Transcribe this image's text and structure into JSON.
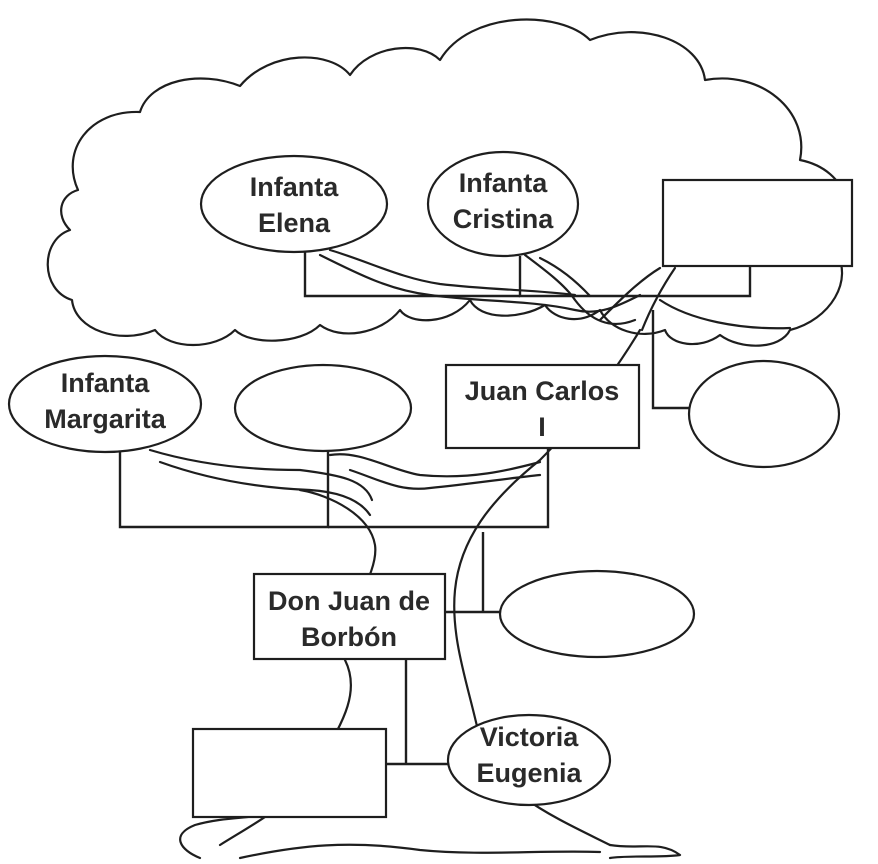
{
  "nodes": {
    "infanta_elena": [
      "Infanta",
      "Elena"
    ],
    "infanta_cristina": [
      "Infanta",
      "Cristina"
    ],
    "juan_carlos": [
      "Juan Carlos",
      "I"
    ],
    "infanta_margarita": [
      "Infanta",
      "Margarita"
    ],
    "don_juan": [
      "Don Juan de",
      "Borbón"
    ],
    "victoria_eugenia": [
      "Victoria",
      "Eugenia"
    ]
  }
}
